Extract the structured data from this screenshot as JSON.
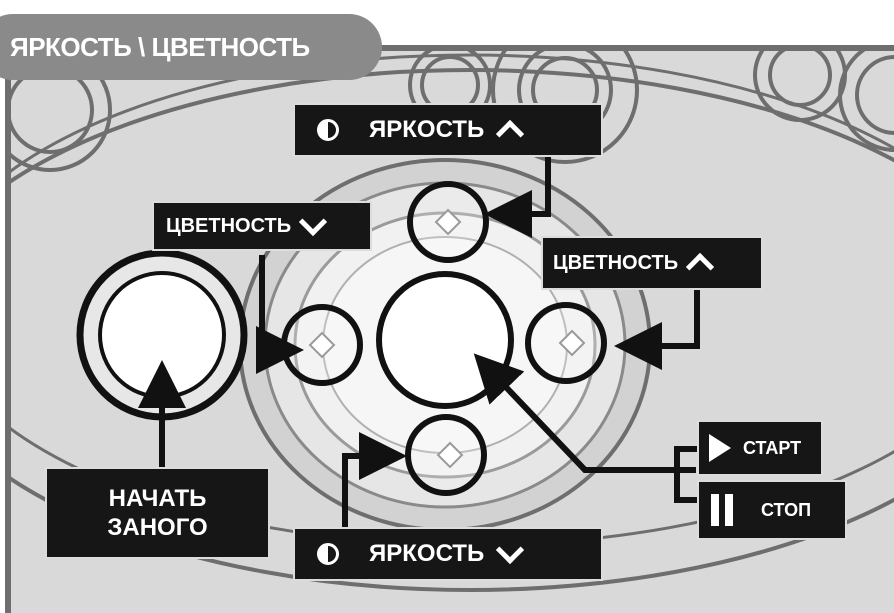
{
  "title": "ЯРКОСТЬ \\ ЦВЕТНОСТЬ",
  "labels": {
    "brightness_up": "ЯРКОСТЬ",
    "brightness_down": "ЯРКОСТЬ",
    "saturation_down": "ЦВЕТНОСТЬ",
    "saturation_up": "ЦВЕТНОСТЬ",
    "start": "СТАРТ",
    "stop": "СТОП",
    "reset_line1": "НАЧАТЬ",
    "reset_line2": "ЗАНОГО"
  },
  "icons": {
    "brightness": "half-circle-icon",
    "arrow_up": "chevron-up-icon",
    "arrow_down": "chevron-down-icon",
    "start": "play-icon",
    "stop": "pause-icon"
  },
  "colors": {
    "panel": "#d9d9d9",
    "label_bg": "#161616",
    "title_pill": "#8a8a8a",
    "line": "#111111"
  }
}
